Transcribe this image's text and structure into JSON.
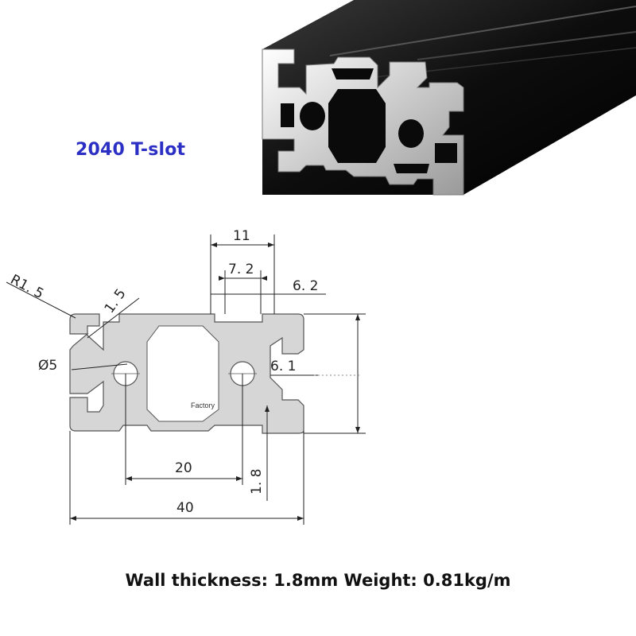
{
  "title": "2040 T-slot",
  "caption": "Wall thickness: 1.8mm Weight: 0.81kg/m",
  "drawing": {
    "watermark": "Factory",
    "dimensions": {
      "top_width": "11",
      "slot_opening": "7. 2",
      "slot_depth": "6. 2",
      "corner_radius": "R1. 5",
      "edge": "1. 5",
      "hole": "Ø5",
      "slot_inner": "6. 1",
      "center_spacing": "20",
      "wall": "1. 8",
      "total_width": "40"
    }
  },
  "colors": {
    "title": "#2b2fc4",
    "profile": "#d6d6d6",
    "photo": "#111111"
  }
}
